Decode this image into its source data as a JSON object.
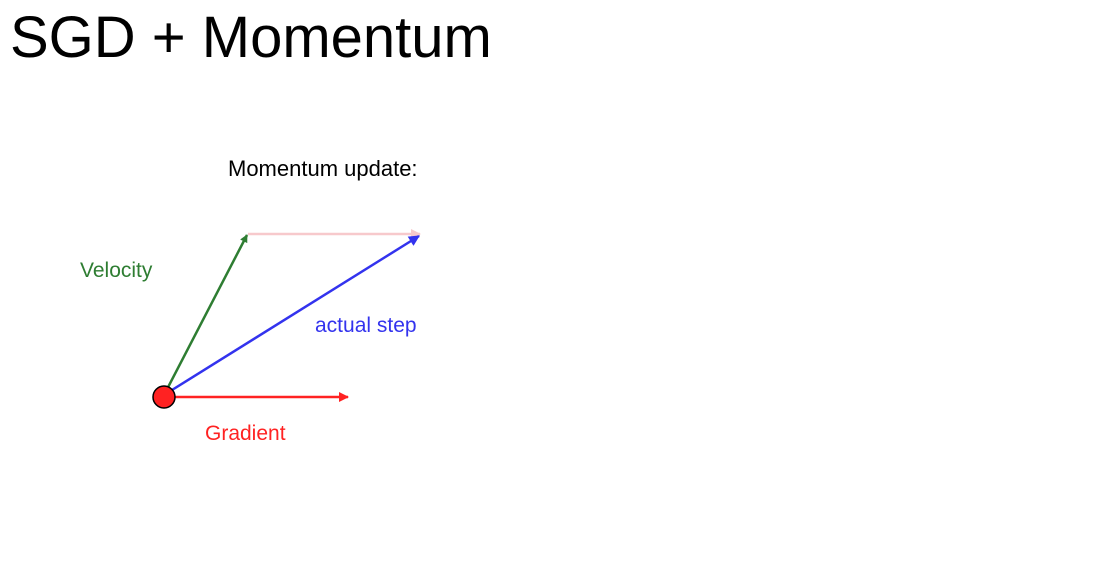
{
  "slide": {
    "title": "SGD + Momentum"
  },
  "diagram": {
    "caption": "Momentum update:",
    "vectors": {
      "velocity": {
        "label": "Velocity",
        "color": "#2e7d32"
      },
      "gradient": {
        "label": "Gradient",
        "color": "#ff2222"
      },
      "actual_step": {
        "label": "actual step",
        "color": "#3333ee"
      },
      "gradient_copy": {
        "color": "#f7c9cc"
      }
    },
    "origin_point": {
      "fill": "#ff2222",
      "stroke": "#000000"
    }
  }
}
